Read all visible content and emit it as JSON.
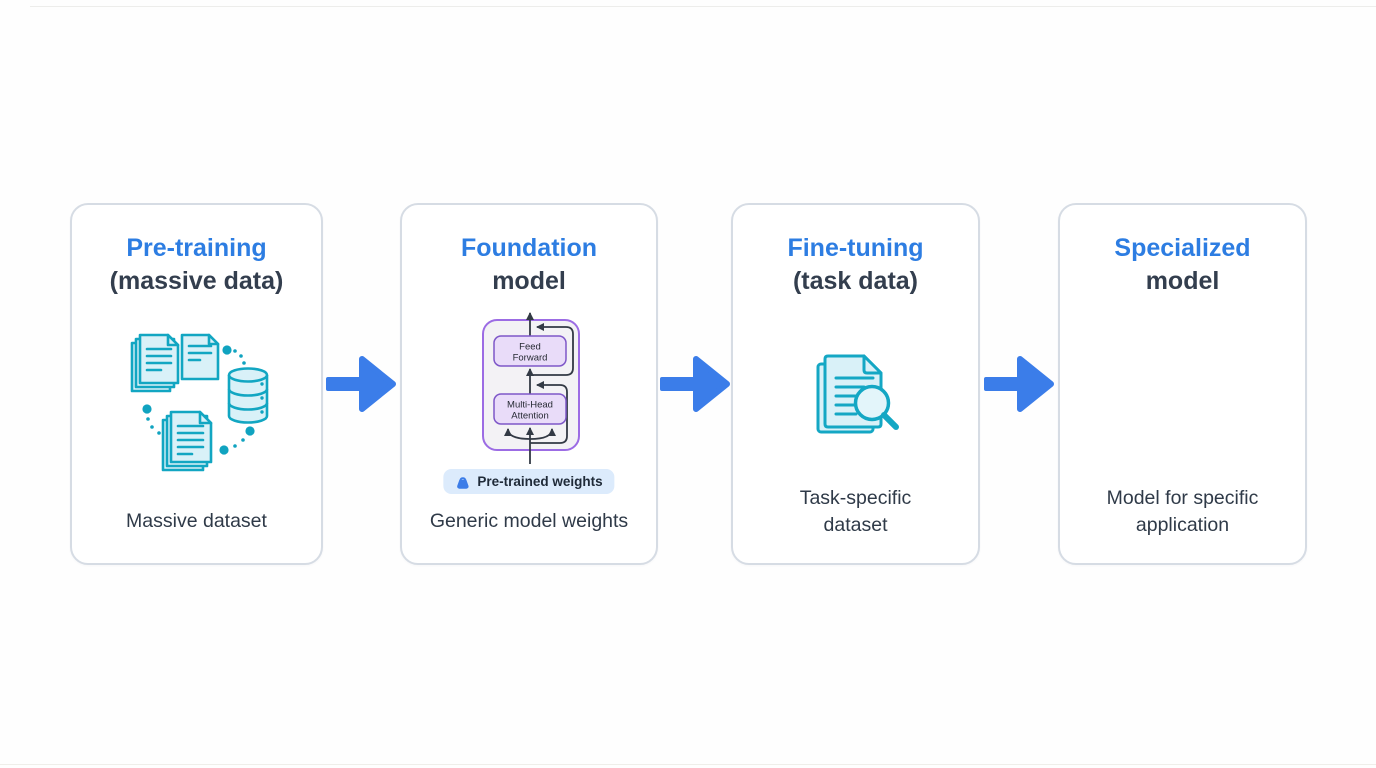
{
  "page": {
    "background": "#fefefe"
  },
  "colors": {
    "accent_blue": "#2d7de2",
    "heading_dark": "#333e4e",
    "caption_dark": "#2f3a48",
    "teal_stroke": "#12a6c2",
    "teal_fill": "#d9f1f8",
    "purple_border": "#9c6ce4",
    "purple_box_fill": "#e9dcf9",
    "diagram_bg": "#f3f2f5",
    "flow_arrow_blue": "#3b7de9",
    "badge_bg": "#dcebfc",
    "badge_icon_blue": "#3b7ce8"
  },
  "cards": [
    {
      "title_accent": "Pre-training",
      "title_sub": "(massive data)",
      "caption": "Massive dataset",
      "icon": "dataset-documents-database-icon"
    },
    {
      "title_accent": "Foundation",
      "title_sub": "model",
      "caption": "Generic model weights",
      "icon": "transformer-block-diagram",
      "diagram": {
        "feed_forward_line1": "Feed",
        "feed_forward_line2": "Forward",
        "attention_line1": "Multi-Head",
        "attention_line2": "Attention"
      },
      "badge": {
        "label": "Pre-trained weights",
        "icon": "weight-icon"
      }
    },
    {
      "title_accent": "Fine-tuning",
      "title_sub": "(task data)",
      "caption": "Task-specific dataset",
      "icon": "document-magnifier-icon"
    },
    {
      "title_accent": "Specialized",
      "title_sub": "model",
      "caption": "Model for specific application",
      "icon": null
    }
  ]
}
